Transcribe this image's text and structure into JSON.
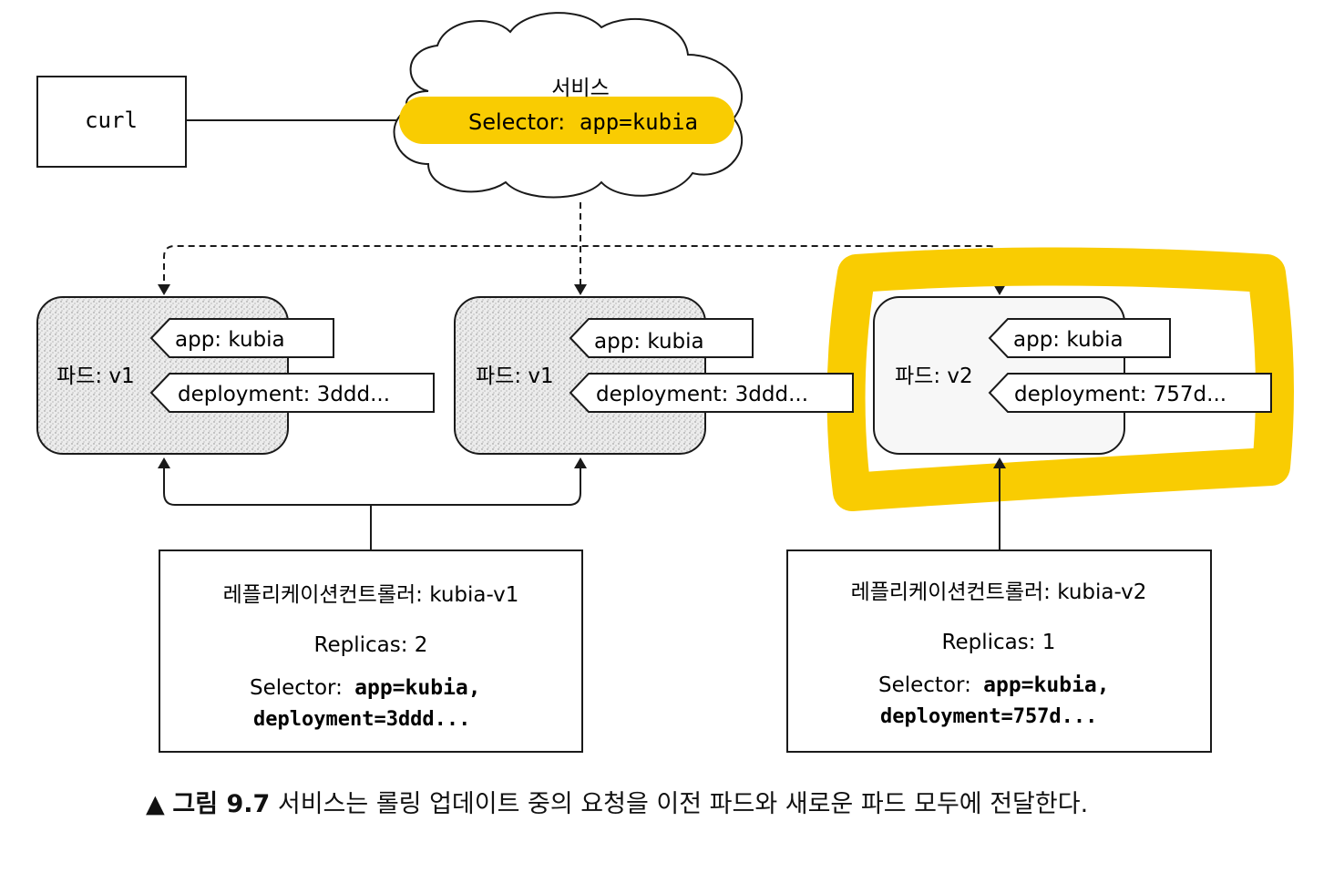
{
  "client": {
    "label": "curl"
  },
  "service": {
    "title": "서비스",
    "selector_label": "Selector:",
    "selector_value": "app=kubia"
  },
  "pods": [
    {
      "name": "파드: v1",
      "labels": [
        "app: kubia",
        "deployment: 3ddd..."
      ]
    },
    {
      "name": "파드: v1",
      "labels": [
        "app: kubia",
        "deployment: 3ddd..."
      ]
    },
    {
      "name": "파드: v2",
      "labels": [
        "app: kubia",
        "deployment: 757d..."
      ]
    }
  ],
  "replication_controllers": [
    {
      "title": "레플리케이션컨트롤러: kubia-v1",
      "replicas": "Replicas: 2",
      "selector_label": "Selector:",
      "selector_value_1": "app=kubia,",
      "selector_value_2": "deployment=3ddd..."
    },
    {
      "title": "레플리케이션컨트롤러: kubia-v2",
      "replicas": "Replicas: 1",
      "selector_label": "Selector:",
      "selector_value_1": "app=kubia,",
      "selector_value_2": "deployment=757d..."
    }
  ],
  "caption": {
    "marker": "▲",
    "figure": "그림 9.7",
    "text": "서비스는 롤링 업데이트 중의 요청을 이전 파드와 새로운 파드 모두에 전달한다."
  },
  "colors": {
    "highlight": "#f9cc02",
    "pod_fill": "#e2e2e2",
    "ink": "#1a1a1a"
  }
}
